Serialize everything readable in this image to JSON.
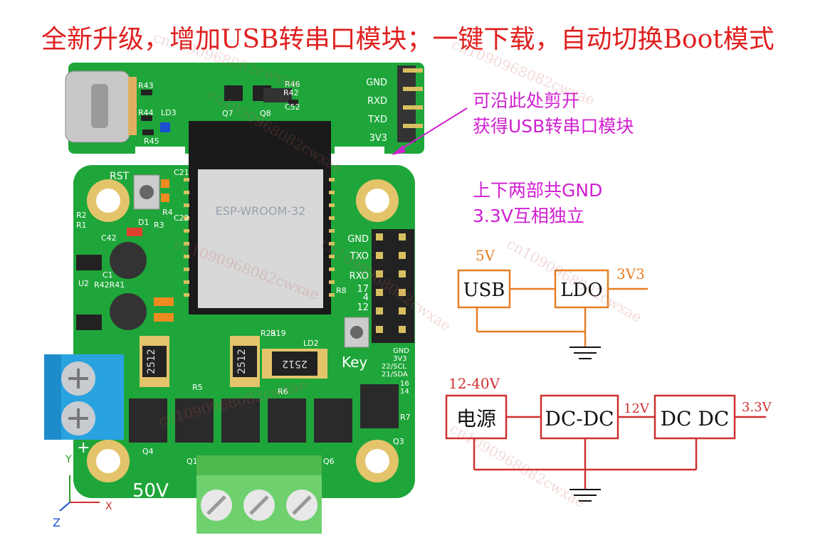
{
  "title": "全新升级，增加USB转串口模块；一键下载，自动切换Boot模式",
  "annotations": {
    "cut_note": [
      "可沿此处剪开",
      "获得USB转串口模块"
    ],
    "gnd_note": [
      "上下两部共GND",
      "3.3V互相独立"
    ]
  },
  "diagram_top": {
    "input": "5V",
    "block1": "USB",
    "block2": "LDO",
    "output": "3V3"
  },
  "diagram_bottom": {
    "input": "12-40V",
    "block1": "电源",
    "block2": "DC-DC",
    "mid": "12V",
    "block3": "DC DC",
    "output": "3.3V"
  },
  "board": {
    "module": "ESP-WROOM-32",
    "usb_header": [
      "GND",
      "RXD",
      "TXD",
      "3V3"
    ],
    "gpio_header": [
      "GND",
      "TXO",
      "RXO",
      "17",
      "4",
      "12"
    ],
    "gpio_header2": [
      "GND",
      "3V3",
      "22/SCL",
      "21/SDA",
      "16",
      "14"
    ],
    "rst_label": "RST",
    "key_label": "Key",
    "voltage_mark": "50V",
    "resistor": "2512",
    "refs": [
      "R43",
      "R44",
      "LD3",
      "R45",
      "Q7",
      "Q8",
      "R46",
      "R42",
      "C52",
      "C21",
      "R4",
      "C22",
      "R2",
      "R1",
      "D1",
      "R3",
      "C42",
      "U2",
      "R42R41",
      "C1",
      "R8",
      "Q4",
      "R5",
      "R6",
      "Q1",
      "Q6",
      "Q3",
      "R7",
      "LD2",
      "R23",
      "R19"
    ]
  },
  "watermark": "cn1090968082cwxae",
  "colors": {
    "pcb": "#1fa63a",
    "pin": "#d8c060",
    "orange_line": "#e67e22",
    "red_line": "#d03030",
    "gold": "#e4c46a"
  }
}
